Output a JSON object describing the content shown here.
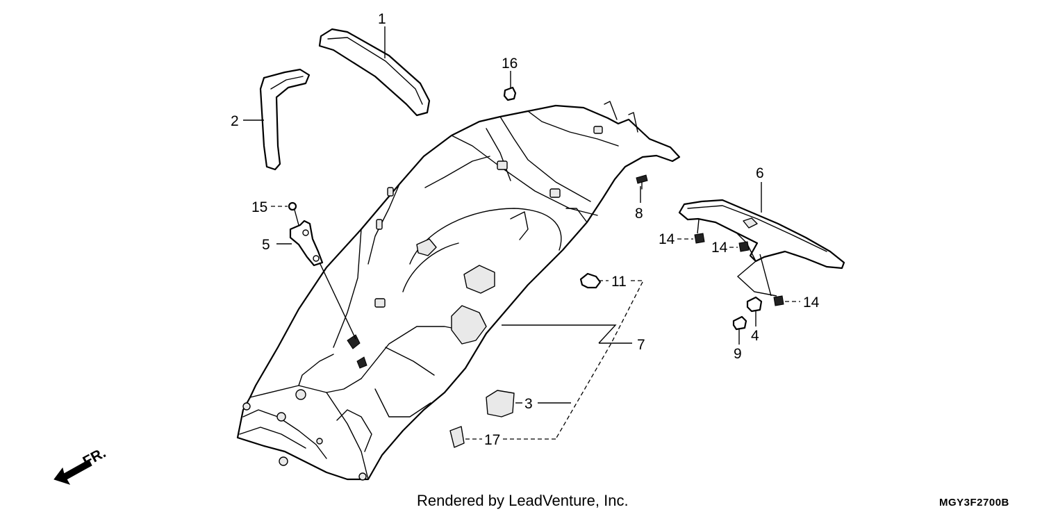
{
  "callouts": [
    {
      "id": "1",
      "label": "1"
    },
    {
      "id": "2",
      "label": "2"
    },
    {
      "id": "3",
      "label": "3"
    },
    {
      "id": "4",
      "label": "4"
    },
    {
      "id": "5",
      "label": "5"
    },
    {
      "id": "6",
      "label": "6"
    },
    {
      "id": "7",
      "label": "7"
    },
    {
      "id": "8",
      "label": "8"
    },
    {
      "id": "9",
      "label": "9"
    },
    {
      "id": "11",
      "label": "11"
    },
    {
      "id": "14a",
      "label": "14"
    },
    {
      "id": "14b",
      "label": "14"
    },
    {
      "id": "14c",
      "label": "14"
    },
    {
      "id": "15",
      "label": "15"
    },
    {
      "id": "16",
      "label": "16"
    },
    {
      "id": "17",
      "label": "17"
    }
  ],
  "front_marker": {
    "label": "FR."
  },
  "footer": {
    "credit": "Rendered by LeadVenture, Inc.",
    "diagram_code": "MGY3F2700B"
  }
}
